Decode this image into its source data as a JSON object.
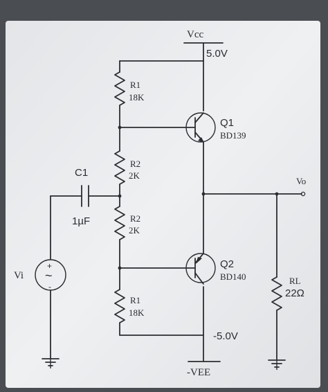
{
  "vcc": {
    "name": "Vcc",
    "value": "5.0V"
  },
  "vee": {
    "name": "-VEE",
    "value": "-5.0V"
  },
  "r1_top": {
    "name": "R1",
    "value": "18K"
  },
  "r2_top": {
    "name": "R2",
    "value": "2K"
  },
  "r2_bottom": {
    "name": "R2",
    "value": "2K"
  },
  "r1_bottom": {
    "name": "R1",
    "value": "18K"
  },
  "c1": {
    "name": "C1",
    "value": "1µF"
  },
  "q1": {
    "name": "Q1",
    "part": "BD139"
  },
  "q2": {
    "name": "Q2",
    "part": "BD140"
  },
  "rl": {
    "name": "RL",
    "value": "22Ω"
  },
  "vi": {
    "name": "Vi",
    "plus": "+",
    "minus": "-",
    "symbol": "~"
  },
  "vo": {
    "name": "Vo"
  },
  "colors": {
    "paper": "#eceef0",
    "ink": "#2b2d30",
    "backdrop": "#4a4d52"
  }
}
